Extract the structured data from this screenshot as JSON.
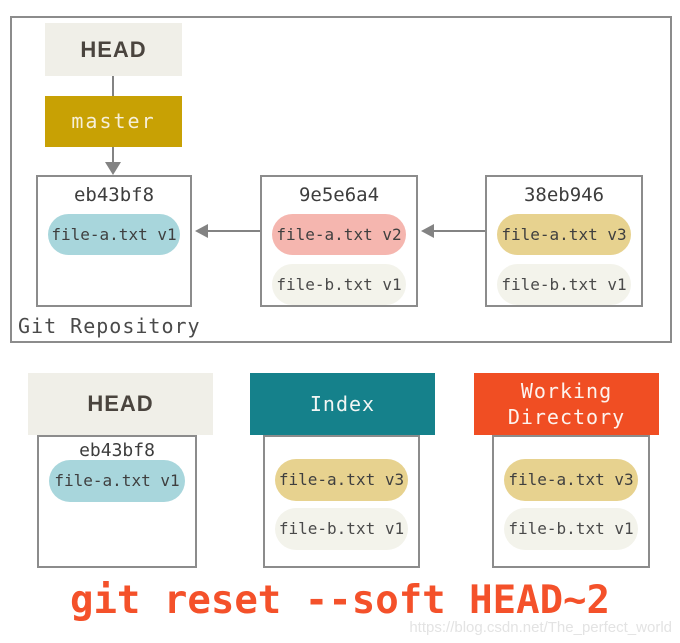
{
  "colors": {
    "branch_gold": "#c8a104",
    "index_teal": "#15818b",
    "working_dir_orange": "#f04e23",
    "ref_beige": "#f0efe8",
    "pill_teal": "#a8d6dc",
    "pill_pink": "#f5b6af",
    "pill_tan": "#e7d28f",
    "pill_plain": "#f3f3eb",
    "box_border_gray": "#8c8c8c",
    "command_red": "#f4512a"
  },
  "repository": {
    "label": "Git Repository",
    "head_ref": "HEAD",
    "branch_ref": "master",
    "commits": [
      {
        "id": "eb43bf8",
        "files": [
          "file-a.txt v1"
        ]
      },
      {
        "id": "9e5e6a4",
        "files": [
          "file-a.txt v2",
          "file-b.txt v1"
        ]
      },
      {
        "id": "38eb946",
        "files": [
          "file-a.txt v3",
          "file-b.txt v1"
        ]
      }
    ]
  },
  "areas": {
    "head": {
      "title": "HEAD",
      "commit_id": "eb43bf8",
      "files": [
        "file-a.txt v1"
      ]
    },
    "index": {
      "title": "Index",
      "files": [
        "file-a.txt v3",
        "file-b.txt v1"
      ]
    },
    "working_directory": {
      "title": "Working Directory",
      "files": [
        "file-a.txt v3",
        "file-b.txt v1"
      ]
    }
  },
  "command": "git reset --soft HEAD~2",
  "watermark": "https://blog.csdn.net/The_perfect_world"
}
